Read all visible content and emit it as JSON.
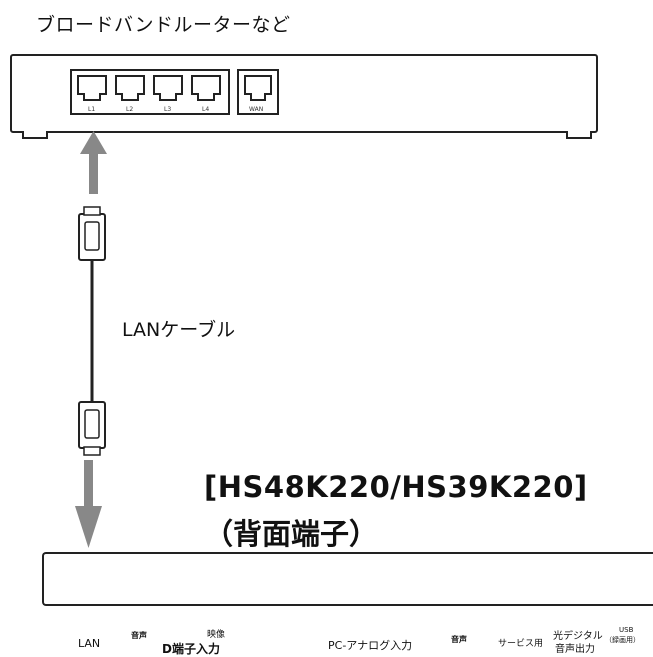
{
  "router": {
    "title": "ブロードバンドルーターなど",
    "ports": [
      "L1",
      "L2",
      "L3",
      "L4",
      "WAN"
    ]
  },
  "cable": {
    "label": "LANケーブル"
  },
  "tv": {
    "model": "[HS48K220/HS39K220]",
    "subtitle": "（背面端子）",
    "labels": {
      "lan": "LAN",
      "audio1": "音声",
      "video": "映像",
      "d_terminal": "D端子入力",
      "pc_analog": "PC-アナログ入力",
      "audio2": "音声",
      "service": "サービス用",
      "optical_line1": "光デジタル",
      "optical_line2": "音声出力",
      "usb_line1": "USB",
      "usb_line2": "（録画用）"
    }
  }
}
